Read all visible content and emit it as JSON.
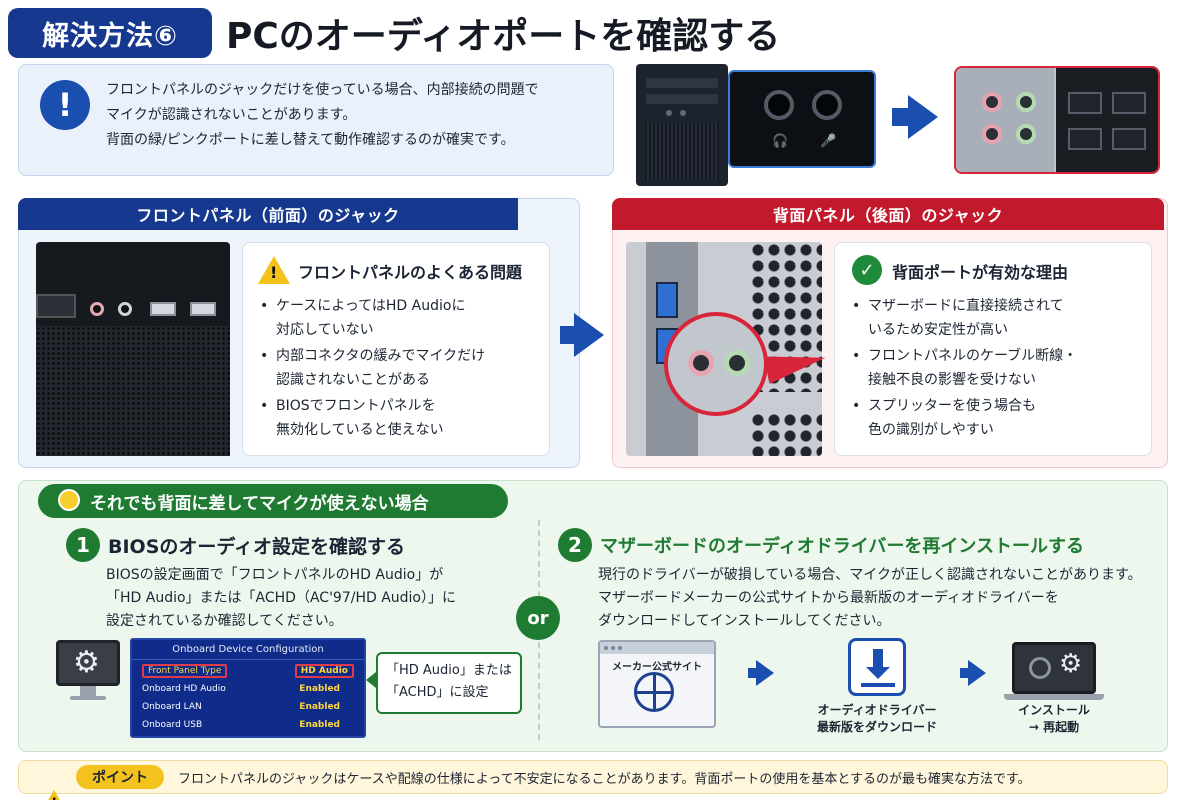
{
  "header": {
    "method_tag": "解決方法⑥",
    "title": "PCのオーディオポートを確認する"
  },
  "notice": {
    "icon": "!",
    "lines": [
      "フロントパネルのジャックだけを使っている場合、内部接続の問題で",
      "マイクが認識されないことがあります。",
      "背面の緑/ピンクポートに差し替えて動作確認するのが確実です。"
    ]
  },
  "front_panel": {
    "heading": "フロントパネル（前面）のジャック",
    "card_title": "フロントパネルのよくある問題",
    "bullets": [
      [
        "ケースによってはHD Audioに",
        "対応していない"
      ],
      [
        "内部コネクタの緩みでマイクだけ",
        "認識されないことがある"
      ],
      [
        "BIOSでフロントパネルを",
        "無効化していると使えない"
      ]
    ]
  },
  "rear_panel": {
    "heading": "背面パネル（後面）のジャック",
    "card_title": "背面ポートが有効な理由",
    "bullets": [
      [
        "マザーボードに直接接続されて",
        "いるため安定性が高い"
      ],
      [
        "フロントパネルのケーブル断線・",
        "接触不良の影響を受けない"
      ],
      [
        "スプリッターを使う場合も",
        "色の識別がしやすい"
      ]
    ]
  },
  "fallback": {
    "heading": "それでも背面に差してマイクが使えない場合",
    "or_label": "or",
    "step1": {
      "number": "1",
      "title": "BIOSのオーディオ設定を確認する",
      "lines": [
        "BIOSの設定画面で「フロントパネルのHD Audio」が",
        "「HD Audio」または「ACHD（AC'97/HD Audio）」に",
        "設定されているか確認してください。"
      ],
      "bios": {
        "title": "Onboard Device Configuration",
        "rows": [
          {
            "label": "Front Panel Type",
            "value": "HD Audio"
          },
          {
            "label": "Onboard HD Audio",
            "value": "Enabled"
          },
          {
            "label": "Onboard LAN",
            "value": "Enabled"
          },
          {
            "label": "Onboard USB",
            "value": "Enabled"
          }
        ]
      },
      "callout_lines": [
        "「HD Audio」または",
        "「ACHD」に設定"
      ]
    },
    "step2": {
      "number": "2",
      "title": "マザーボードのオーディオドライバーを再インストールする",
      "lines": [
        "現行のドライバーが破損している場合、マイクが正しく認識されないことがあります。",
        "マザーボードメーカーの公式サイトから最新版のオーディオドライバーを",
        "ダウンロードしてインストールしてください。"
      ],
      "site_label": "メーカー公式サイト",
      "download_caption": [
        "オーディオドライバー",
        "最新版をダウンロード"
      ],
      "install_caption": [
        "インストール",
        "→ 再起動"
      ]
    }
  },
  "point": {
    "tag": "ポイント",
    "text": "フロントパネルのジャックはケースや配線の仕様によって不安定になることがあります。背面ポートの使用を基本とするのが最も確実な方法です。"
  },
  "colors": {
    "navy": "#16398f",
    "red": "#c2192d",
    "green": "#1f7a32",
    "yellow": "#f3c21d"
  }
}
